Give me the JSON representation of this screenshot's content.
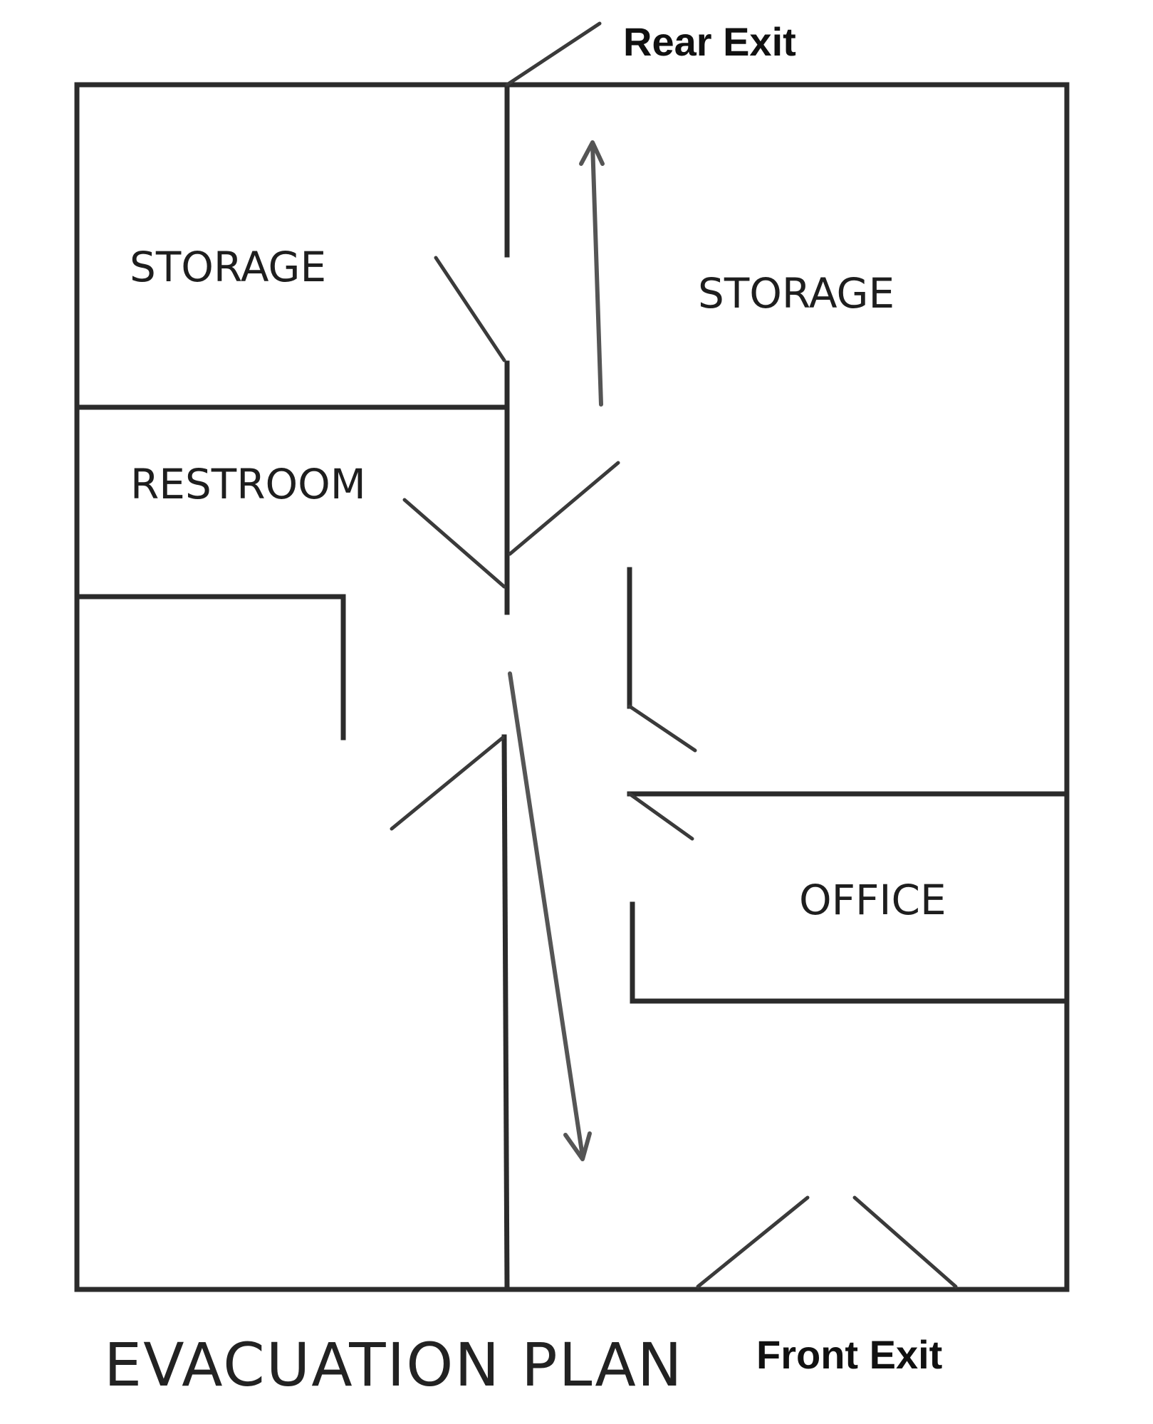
{
  "labels": {
    "rear_exit": "Rear Exit",
    "front_exit": "Front Exit",
    "title": "EVACUATION PLAN"
  },
  "rooms": {
    "storage_left": "STORAGE",
    "storage_right": "STORAGE",
    "restroom": "RESTROOM",
    "office": "OFFICE"
  },
  "colors": {
    "wall": "#2b2b2b",
    "route_arrow": "#555555",
    "background": "#ffffff"
  }
}
